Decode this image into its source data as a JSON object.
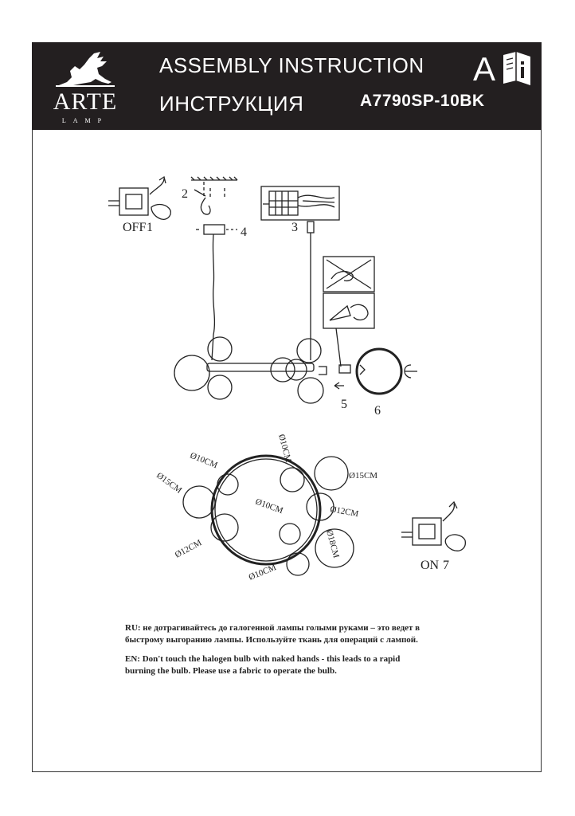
{
  "header": {
    "brand": "ARTE",
    "brand_sub": "LAMP",
    "title_en": "ASSEMBLY INSTRUCTION",
    "title_ru": "ИНСТРУКЦИЯ",
    "model": "A7790SP-10BK",
    "letter": "A"
  },
  "diagram": {
    "switch_off_label": "OFF",
    "switch_off_step": "1",
    "switch_on_label": "ON",
    "switch_on_step": "7",
    "step_2": "2",
    "step_3": "3",
    "step_4": "4",
    "step_5": "5",
    "step_6": "6",
    "dims": [
      "Ø10CM",
      "Ø10CM",
      "Ø15CM",
      "Ø15CM",
      "Ø10CM",
      "Ø12CM",
      "Ø12CM",
      "Ø18CM",
      "Ø10CM"
    ]
  },
  "notes": {
    "ru_line1": "RU: не дотрагивайтесь до галогенной лампы голыми руками – это ведет в",
    "ru_line2": "быстрому выгоранию лампы. Используйте ткань для операций с лампой.",
    "en_line1": "EN: Don't touch the halogen bulb with naked hands  - this leads to a rapid",
    "en_line2": "burning the bulb. Please use a fabric to operate the bulb."
  }
}
